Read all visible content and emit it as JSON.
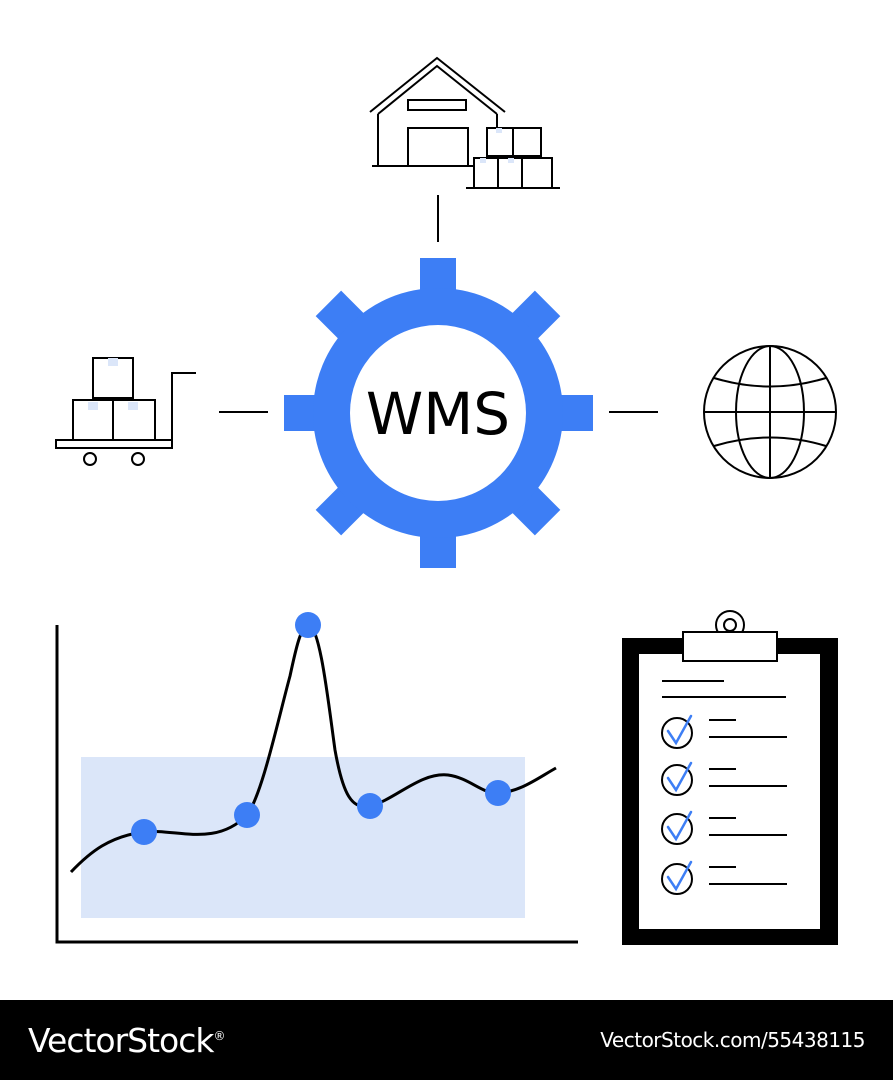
{
  "gear": {
    "label": "WMS"
  },
  "colors": {
    "accent": "#3d7ef5",
    "accent_light": "#dbe6f9",
    "line": "#000000",
    "footer_bg": "#000000"
  },
  "icons": [
    "warehouse-icon",
    "hand-truck-icon",
    "globe-icon",
    "gear-icon",
    "line-chart-icon",
    "clipboard-checklist-icon",
    "checkmark-icon"
  ],
  "footer": {
    "brand": "VectorStock",
    "brand_mark": "®",
    "stock_id": "VectorStock.com/55438115"
  }
}
